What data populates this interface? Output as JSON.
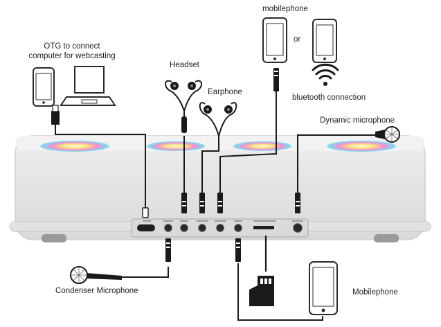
{
  "labels": {
    "mobilephone_top": "mobilephone",
    "or": "or",
    "bluetooth": "bluetooth connection",
    "otg_line1": "OTG to connect",
    "otg_line2": "computer for webcasting",
    "headset": "Headset",
    "earphone": "Earphone",
    "dynamic_mic": "Dynamic microphone",
    "condenser_mic": "Condenser Microphone",
    "mobilephone_bottom": "Mobilephone"
  },
  "panel_labels": [
    "",
    "",
    "",
    "",
    "",
    "",
    "",
    ""
  ],
  "colors": {
    "device_body": "#e4e4e4",
    "device_edge": "#c9c9c9",
    "panel": "#d6d6d6",
    "cable": "#1a1a1a",
    "rgb_pad": [
      "#5fd4f5",
      "#f56fc8",
      "#fff36b",
      "#7cf08c"
    ]
  },
  "icons": [
    "laptop-icon",
    "phone-icon",
    "bluetooth-wave-icon",
    "microsd-card-icon",
    "microphone-icon",
    "earphone-icon"
  ]
}
